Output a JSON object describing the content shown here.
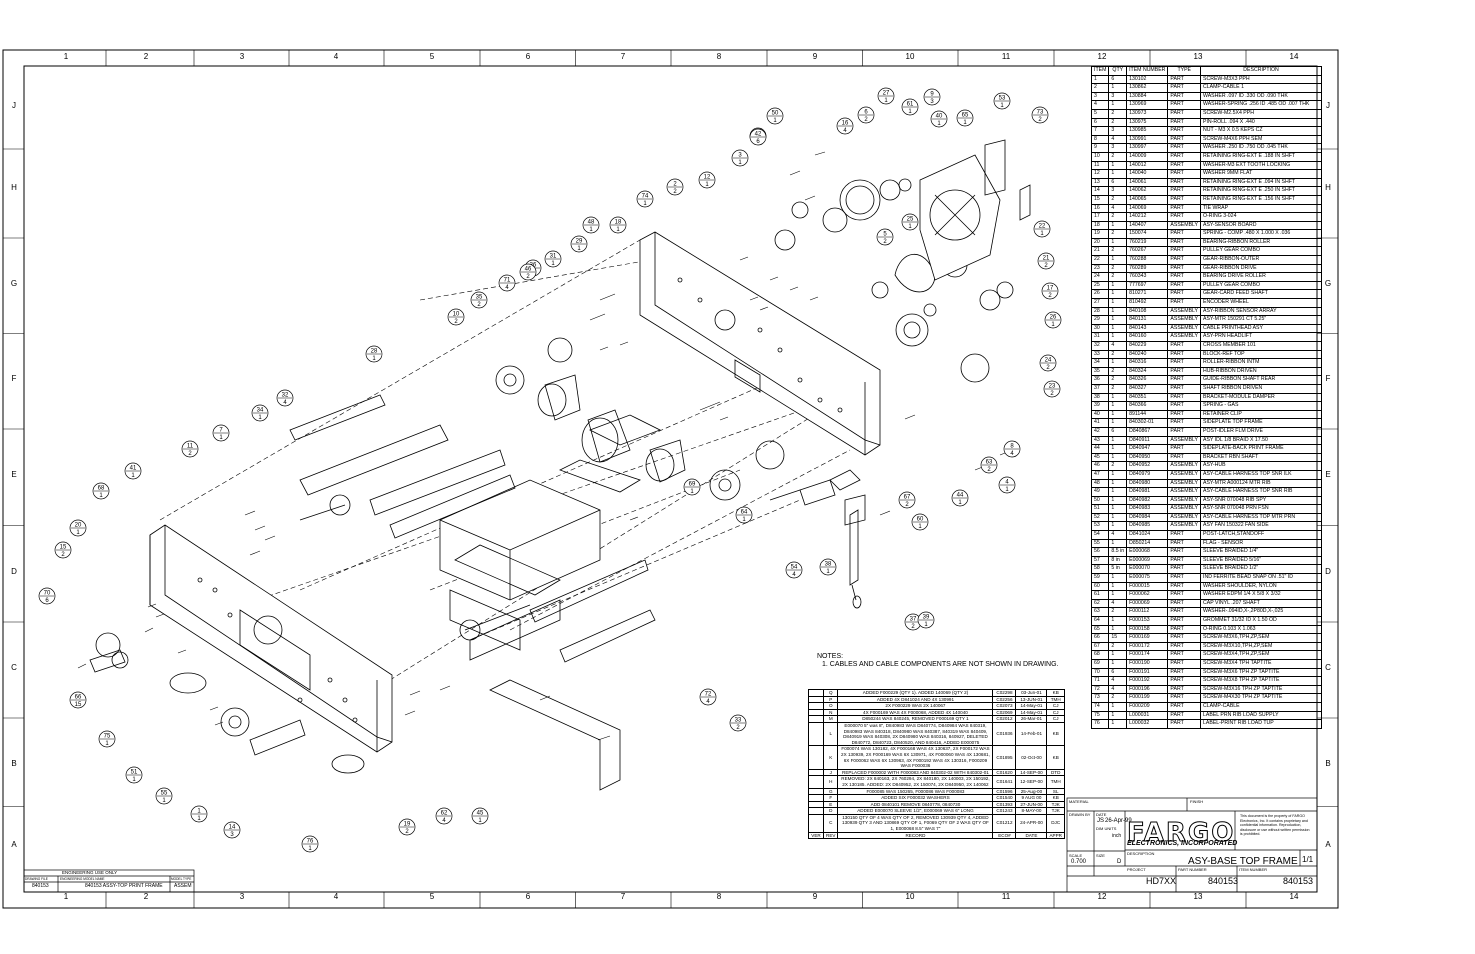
{
  "frame": {
    "columns": [
      "1",
      "2",
      "3",
      "4",
      "5",
      "6",
      "7",
      "8",
      "9",
      "10",
      "11",
      "12",
      "13",
      "14"
    ],
    "rows": [
      "J",
      "H",
      "G",
      "F",
      "E",
      "D",
      "C",
      "B",
      "A"
    ]
  },
  "note": {
    "title": "NOTES:",
    "text": "1. CABLES AND CABLE COMPONENTS ARE NOT SHOWN IN DRAWING."
  },
  "bom": {
    "headers": [
      "ITEM",
      "QTY",
      "ITEM NUMBER",
      "TYPE",
      "DESCRIPTION"
    ],
    "rows": [
      [
        "1",
        "6",
        "130102",
        "PART",
        "SCREW-M3X3 PPH"
      ],
      [
        "2",
        "1",
        "130862",
        "PART",
        "CLAMP-CABLE 1"
      ],
      [
        "3",
        "3",
        "130884",
        "PART",
        "WASHER .097 ID .330 OD .090 THK"
      ],
      [
        "4",
        "1",
        "130969",
        "PART",
        "WASHER-SPRING .256 ID .485 OD .007 THK"
      ],
      [
        "5",
        "2",
        "130973",
        "PART",
        "SCREW-M2.5X4 PPH"
      ],
      [
        "6",
        "2",
        "130975",
        "PART",
        "PIN-ROLL .094 X .440"
      ],
      [
        "7",
        "3",
        "130985",
        "PART",
        "NUT - M3 X 0.5 KEPS CZ"
      ],
      [
        "8",
        "4",
        "130991",
        "PART",
        "SCREW-M4X6 PPH SEM"
      ],
      [
        "9",
        "3",
        "130997",
        "PART",
        "WASHER .250 ID .750 OD .045 THK"
      ],
      [
        "10",
        "2",
        "140009",
        "PART",
        "RETAINING RING-EXT E .188 IN SHFT"
      ],
      [
        "11",
        "1",
        "140012",
        "PART",
        "WASHER-M3 EXT TOOTH LOCKING"
      ],
      [
        "12",
        "1",
        "140040",
        "PART",
        "WASHER 9MM FLAT"
      ],
      [
        "13",
        "6",
        "140061",
        "PART",
        "RETAINING RING-EXT E .094 IN SHFT"
      ],
      [
        "14",
        "3",
        "140062",
        "PART",
        "RETAINING RING-EXT E .250 IN SHFT"
      ],
      [
        "15",
        "2",
        "140065",
        "PART",
        "RETAINING RING-EXT E .156 IN SHFT"
      ],
      [
        "16",
        "4",
        "140069",
        "PART",
        "TIE WRAP"
      ],
      [
        "17",
        "2",
        "140212",
        "PART",
        "O-RING 3-024"
      ],
      [
        "18",
        "1",
        "140407",
        "ASSEMBLY",
        "ASY-SENSOR BOARD"
      ],
      [
        "19",
        "2",
        "150074",
        "PART",
        "SPRING - COMP .480 X 1.000 X .036"
      ],
      [
        "20",
        "1",
        "760219",
        "PART",
        "BEARING-RIBBON ROLLER"
      ],
      [
        "21",
        "2",
        "760267",
        "PART",
        "PULLEY GEAR COMBO"
      ],
      [
        "22",
        "1",
        "760288",
        "PART",
        "GEAR-RIBBON-OUTER"
      ],
      [
        "23",
        "2",
        "760289",
        "PART",
        "GEAR-RIBBON DRIVE"
      ],
      [
        "24",
        "2",
        "760343",
        "PART",
        "BEARING DRIVE ROLLER"
      ],
      [
        "25",
        "1",
        "777697",
        "PART",
        "PULLEY GEAR COMBO"
      ],
      [
        "26",
        "1",
        "810271",
        "PART",
        "GEAR-CARD FEED SHAFT"
      ],
      [
        "27",
        "1",
        "810492",
        "PART",
        "ENCODER WHEEL"
      ],
      [
        "28",
        "1",
        "840108",
        "ASSEMBLY",
        "ASY-RIBBON SENSOR ARRAY"
      ],
      [
        "29",
        "1",
        "840131",
        "ASSEMBLY",
        "ASY-MTR 150291 CT 5.25\""
      ],
      [
        "30",
        "1",
        "840143",
        "ASSEMBLY",
        "CABLE PRINTHEAD ASY"
      ],
      [
        "31",
        "1",
        "840160",
        "ASSEMBLY",
        "ASY-PRN HEADLIFT"
      ],
      [
        "32",
        "4",
        "840229",
        "PART",
        "CROSS MEMBER 101"
      ],
      [
        "33",
        "2",
        "840240",
        "PART",
        "BLOCK-REF TOP"
      ],
      [
        "34",
        "1",
        "840316",
        "PART",
        "ROLLER-RIBBON INTM"
      ],
      [
        "35",
        "2",
        "840324",
        "PART",
        "HUB-RIBBON DRIVEN"
      ],
      [
        "36",
        "2",
        "840326",
        "PART",
        "GUIDE-RIBBON SHAFT REAR"
      ],
      [
        "37",
        "2",
        "840327",
        "PART",
        "SHAFT RIBBON DRIVEN"
      ],
      [
        "38",
        "1",
        "840351",
        "PART",
        "BRACKET-MODULE DAMPER"
      ],
      [
        "39",
        "1",
        "840366",
        "PART",
        "SPRING - GAS"
      ],
      [
        "40",
        "1",
        "891144",
        "PART",
        "RETAINER CLIP"
      ],
      [
        "41",
        "1",
        "840302-01",
        "PART",
        "SIDEPLATE TOP FRAME"
      ],
      [
        "42",
        "6",
        "D840867",
        "PART",
        "POST-IDLER FLM DRIVE"
      ],
      [
        "43",
        "1",
        "D840911",
        "ASSEMBLY",
        "ASY IDL 1/8 BRAID X 17.50"
      ],
      [
        "44",
        "1",
        "D840947",
        "PART",
        "SIDEPLATE-BACK PRINT FRAME"
      ],
      [
        "45",
        "1",
        "D840950",
        "PART",
        "BRACKET RBN SHAFT"
      ],
      [
        "46",
        "2",
        "D840952",
        "ASSEMBLY",
        "ASY-HUB"
      ],
      [
        "47",
        "1",
        "D840979",
        "ASSEMBLY",
        "ASY-CABLE HARNESS TOP SNR ILK"
      ],
      [
        "48",
        "1",
        "D840980",
        "ASSEMBLY",
        "ASY-MTR A000124 MTR RIB"
      ],
      [
        "49",
        "1",
        "D840981",
        "ASSEMBLY",
        "ASY-CABLE HARNESS TOP SNR RIB"
      ],
      [
        "50",
        "1",
        "D840982",
        "ASSEMBLY",
        "ASY-SNR 070048 RIB SPY"
      ],
      [
        "51",
        "1",
        "D840983",
        "ASSEMBLY",
        "ASY-SNR 070048 PRN FSN"
      ],
      [
        "52",
        "1",
        "D840984",
        "ASSEMBLY",
        "ASY-CABLE HARNESS TOP MTR PRN"
      ],
      [
        "53",
        "1",
        "D840985",
        "ASSEMBLY",
        "ASY FAN 150322 FAN SIDE"
      ],
      [
        "54",
        "4",
        "D841024",
        "PART",
        "POST-LATCH,STANDOFF"
      ],
      [
        "55",
        "1",
        "D850214",
        "PART",
        "FLAG - SENSOR"
      ],
      [
        "56",
        "8.5 in",
        "E000068",
        "PART",
        "SLEEVE BRAIDED 1/4\""
      ],
      [
        "57",
        "8 in",
        "E000069",
        "PART",
        "SLEEVE BRAIDED 5/16\""
      ],
      [
        "58",
        "5 in",
        "E000070",
        "PART",
        "SLEEVE BRAIDED 1/2\""
      ],
      [
        "59",
        "1",
        "E000075",
        "PART",
        "IND FERRITE BEAD SNAP ON .51\" ID"
      ],
      [
        "60",
        "1",
        "F000015",
        "PART",
        "WASHER SHOULDER, NYLON"
      ],
      [
        "61",
        "1",
        "F000062",
        "PART",
        "WASHER EDPM 1/4 X 5/8 X 3/32"
      ],
      [
        "62",
        "4",
        "F000069",
        "PART",
        "CAP VINYL .207 SHAFT"
      ],
      [
        "63",
        "2",
        "F000112",
        "PART",
        "WASHER-.094ID,X-,2P80D,X-,025"
      ],
      [
        "64",
        "1",
        "F000153",
        "PART",
        "GROMMET 31/32 ID X 1.50 OD"
      ],
      [
        "65",
        "1",
        "F000158",
        "PART",
        "O-RING 0.103 X 1.063"
      ],
      [
        "66",
        "15",
        "F000169",
        "PART",
        "SCREW-M3X6,TPH,ZP,SEM"
      ],
      [
        "67",
        "2",
        "F000172",
        "PART",
        "SCREW-M3X10,TPH,ZP,SEM"
      ],
      [
        "68",
        "1",
        "F000174",
        "PART",
        "SCREW-M3X4,TPH,ZP,SEM"
      ],
      [
        "69",
        "1",
        "F000190",
        "PART",
        "SCREW-M3X4 TPH TAPTITE"
      ],
      [
        "70",
        "6",
        "F000191",
        "PART",
        "SCREW-M3X6 TPH ZP TAPTITE"
      ],
      [
        "71",
        "4",
        "F000192",
        "PART",
        "SCREW-M3X8 TPH ZP TAPTITE"
      ],
      [
        "72",
        "4",
        "F000196",
        "PART",
        "SCREW-M3X16 TPH ZP TAPTITE"
      ],
      [
        "73",
        "2",
        "F000199",
        "PART",
        "SCREW-M4X30 TPH ZP TAPTITE"
      ],
      [
        "74",
        "1",
        "F000209",
        "PART",
        "CLAMP-CABLE"
      ],
      [
        "75",
        "1",
        "L000031",
        "PART",
        "LABEL PRN RIB LOAD SUPPLY"
      ],
      [
        "76",
        "1",
        "L000032",
        "PART",
        "LABEL-PRINT RIB LOAD TUP"
      ]
    ]
  },
  "revisions": {
    "headers": [
      "VER",
      "REV",
      "RECORD",
      "ECO#",
      "DATE",
      "APPR"
    ],
    "rows": [
      [
        "Q",
        "ADDED F000229 (QTY 1). ADDED 140069 (QTY 2)",
        "C02298",
        "03-Jun-01",
        "KB"
      ],
      [
        "P",
        "ADDED 4X D841024 AND 4X 130991",
        "C02256",
        "13-JUN-01",
        "TMH"
      ],
      [
        "O",
        "2X F000229 WAS 2X 140067",
        "C02073",
        "14-May-01",
        "CJ"
      ],
      [
        "N",
        "4X F000169 WAS 4X F000068, ADDED 4X 140040",
        "C02069",
        "14-May-01",
        "CJ"
      ],
      [
        "M",
        "D850244 WAS 840245, REMOVED F000169 QTY 1",
        "C02012",
        "26-Mar-01",
        "CJ"
      ],
      [
        "L",
        "E000070 5\" was 8\", D840983 WAS D840774, D840984 WAS 840319, D840983 WAS 840318, D840980 WAS 840387, 840319 WAS 840409, D840919 WAS 840308, 2X D840980 WAS 840316, 840927, DELETED D840772, D840723, D840520, AND 840416, ADDED E000075",
        "C01936",
        "14-Feb-01",
        "KB"
      ],
      [
        "K",
        "F000074 WAS 130182, 4X F000168 WAS 4X 130637, 2X F000172 WAS 2X 130939, 2X F000169 WAS 6X 130971, 4X F000060 WAS 4X 130681, 6X F000062 WAS 6X 130963, 4X F000192 WAS 4X 130316, F000209 WAS F000036",
        "C01895",
        "02-Oct-00",
        "KB"
      ],
      [
        "J",
        "REPLACED F000002 WITH F000083 AND 840302-02 WITH 840302-01",
        "C01620",
        "14-SEP-00",
        "DTD"
      ],
      [
        "H",
        "REMOVED: 2X 840163, 2X 760294, 2X 840180, 2X 140003, 2X 150192, 2X 130185. ADDED: 2X D840952, 2X 150074, 2X D840950, 2X 140062",
        "C01641",
        "12-SEP-00",
        "TMH"
      ],
      [
        "G",
        "F000085 WAS 150265, F000086 WAS F000083",
        "C01596",
        "25-Aug-00",
        "SL"
      ],
      [
        "F",
        "ADDED SIX F000032 WASHERS",
        "C01540",
        "9 AUG 00",
        "KB"
      ],
      [
        "E",
        "ADD 0840101 REMOVE 0840778, 0840730",
        "C01393",
        "27-JUN-00",
        "TJK"
      ],
      [
        "D",
        "ADDED E000070 SLEEVE 1/2\", E000069 WAS 6\" LONG",
        "C01243",
        "8-MAY-00",
        "TJK"
      ],
      [
        "C",
        "130150 QTY OF 4 WAS QTY OF 2, REMOVED 130939 QTY 4, ADDED 130939 QTY 3 AND 130869 QTY OF 1, F0069 QTY OF 2 WAS QTY OF 1, E000068 8.5\" WAS 7\"",
        "C01212",
        "24-APR-00",
        "DJC"
      ]
    ]
  },
  "title_block": {
    "company": "ELECTRONICS, INCORPORATED",
    "logo": "FARGO",
    "description": "ASY-BASE TOP FRAME",
    "drawn_by": "JS",
    "drawn_date": "26-Apr-99",
    "units": "inch",
    "scale": "0.700",
    "size": "D",
    "project": "HD7XX",
    "part_number": "840153",
    "item_number": "840153",
    "sheet": "1/1",
    "labels": {
      "drawn_by": "DRAWN BY",
      "date": "DATE",
      "dim_units": "DIM UNITS",
      "description": "DESCRIPTION",
      "scale": "SCALE",
      "size": "SIZE",
      "project": "PROJECT",
      "part_number": "PART NUMBER",
      "item_number": "ITEM NUMBER",
      "material": "MATERIAL",
      "finish": "FINISH"
    },
    "proprietary": "This document is the property of FARGO Electronics, Inc. It contains proprietary and confidential information. Reproduction, disclosure or use without written permission is prohibited."
  },
  "engineering_box": {
    "title": "ENGINEERING USE ONLY",
    "drawing_file_label": "DRAWING FILE",
    "engineering_model_label": "ENGINEERING MODEL NAME",
    "model_type_label": "MODEL TYPE",
    "drawing_file": "840153",
    "model_name": "840153 ASSY-TOP PRINT FRAME",
    "model_type": "ASSEM"
  },
  "balloons": [
    {
      "item": "1",
      "qty": "1"
    },
    {
      "item": "2",
      "qty": "2"
    },
    {
      "item": "3",
      "qty": "1"
    },
    {
      "item": "4",
      "qty": "1"
    },
    {
      "item": "5",
      "qty": "2"
    },
    {
      "item": "6",
      "qty": "2"
    },
    {
      "item": "7",
      "qty": "1"
    },
    {
      "item": "8",
      "qty": "4"
    },
    {
      "item": "9",
      "qty": "3"
    },
    {
      "item": "10",
      "qty": "2"
    },
    {
      "item": "11",
      "qty": "2"
    },
    {
      "item": "12",
      "qty": "1"
    },
    {
      "item": "13",
      "qty": "6"
    },
    {
      "item": "14",
      "qty": "3"
    },
    {
      "item": "15",
      "qty": "2"
    },
    {
      "item": "16",
      "qty": "4"
    },
    {
      "item": "17",
      "qty": "2"
    },
    {
      "item": "18",
      "qty": "1"
    },
    {
      "item": "19",
      "qty": "2"
    },
    {
      "item": "20",
      "qty": "1"
    },
    {
      "item": "21",
      "qty": "2"
    },
    {
      "item": "22",
      "qty": "1"
    },
    {
      "item": "23",
      "qty": "2"
    },
    {
      "item": "24",
      "qty": "2"
    },
    {
      "item": "25",
      "qty": "1"
    },
    {
      "item": "26",
      "qty": "1"
    },
    {
      "item": "27",
      "qty": "1"
    },
    {
      "item": "28",
      "qty": "1"
    },
    {
      "item": "29",
      "qty": "1"
    },
    {
      "item": "31",
      "qty": "1"
    },
    {
      "item": "32",
      "qty": "4"
    },
    {
      "item": "33",
      "qty": "2"
    },
    {
      "item": "34",
      "qty": "1"
    },
    {
      "item": "35",
      "qty": "2"
    },
    {
      "item": "36",
      "qty": "2"
    },
    {
      "item": "37",
      "qty": "2"
    },
    {
      "item": "38",
      "qty": "1"
    },
    {
      "item": "39",
      "qty": "1"
    },
    {
      "item": "40",
      "qty": "1"
    },
    {
      "item": "41",
      "qty": "1"
    },
    {
      "item": "42",
      "qty": "6"
    },
    {
      "item": "44",
      "qty": "1"
    },
    {
      "item": "45",
      "qty": "1"
    },
    {
      "item": "46",
      "qty": "2"
    },
    {
      "item": "48",
      "qty": "1"
    },
    {
      "item": "50",
      "qty": "1"
    },
    {
      "item": "51",
      "qty": "1"
    },
    {
      "item": "53",
      "qty": "1"
    },
    {
      "item": "54",
      "qty": "4"
    },
    {
      "item": "55",
      "qty": "1"
    },
    {
      "item": "60",
      "qty": "1"
    },
    {
      "item": "61",
      "qty": "1"
    },
    {
      "item": "62",
      "qty": "4"
    },
    {
      "item": "63",
      "qty": "2"
    },
    {
      "item": "64",
      "qty": "1"
    },
    {
      "item": "65",
      "qty": "1"
    },
    {
      "item": "66",
      "qty": "15"
    },
    {
      "item": "67",
      "qty": "2"
    },
    {
      "item": "68",
      "qty": "1"
    },
    {
      "item": "69",
      "qty": "1"
    },
    {
      "item": "70",
      "qty": "6"
    },
    {
      "item": "71",
      "qty": "4"
    },
    {
      "item": "72",
      "qty": "4"
    },
    {
      "item": "73",
      "qty": "2"
    },
    {
      "item": "74",
      "qty": "1"
    },
    {
      "item": "75",
      "qty": "1"
    },
    {
      "item": "76",
      "qty": "1"
    }
  ]
}
